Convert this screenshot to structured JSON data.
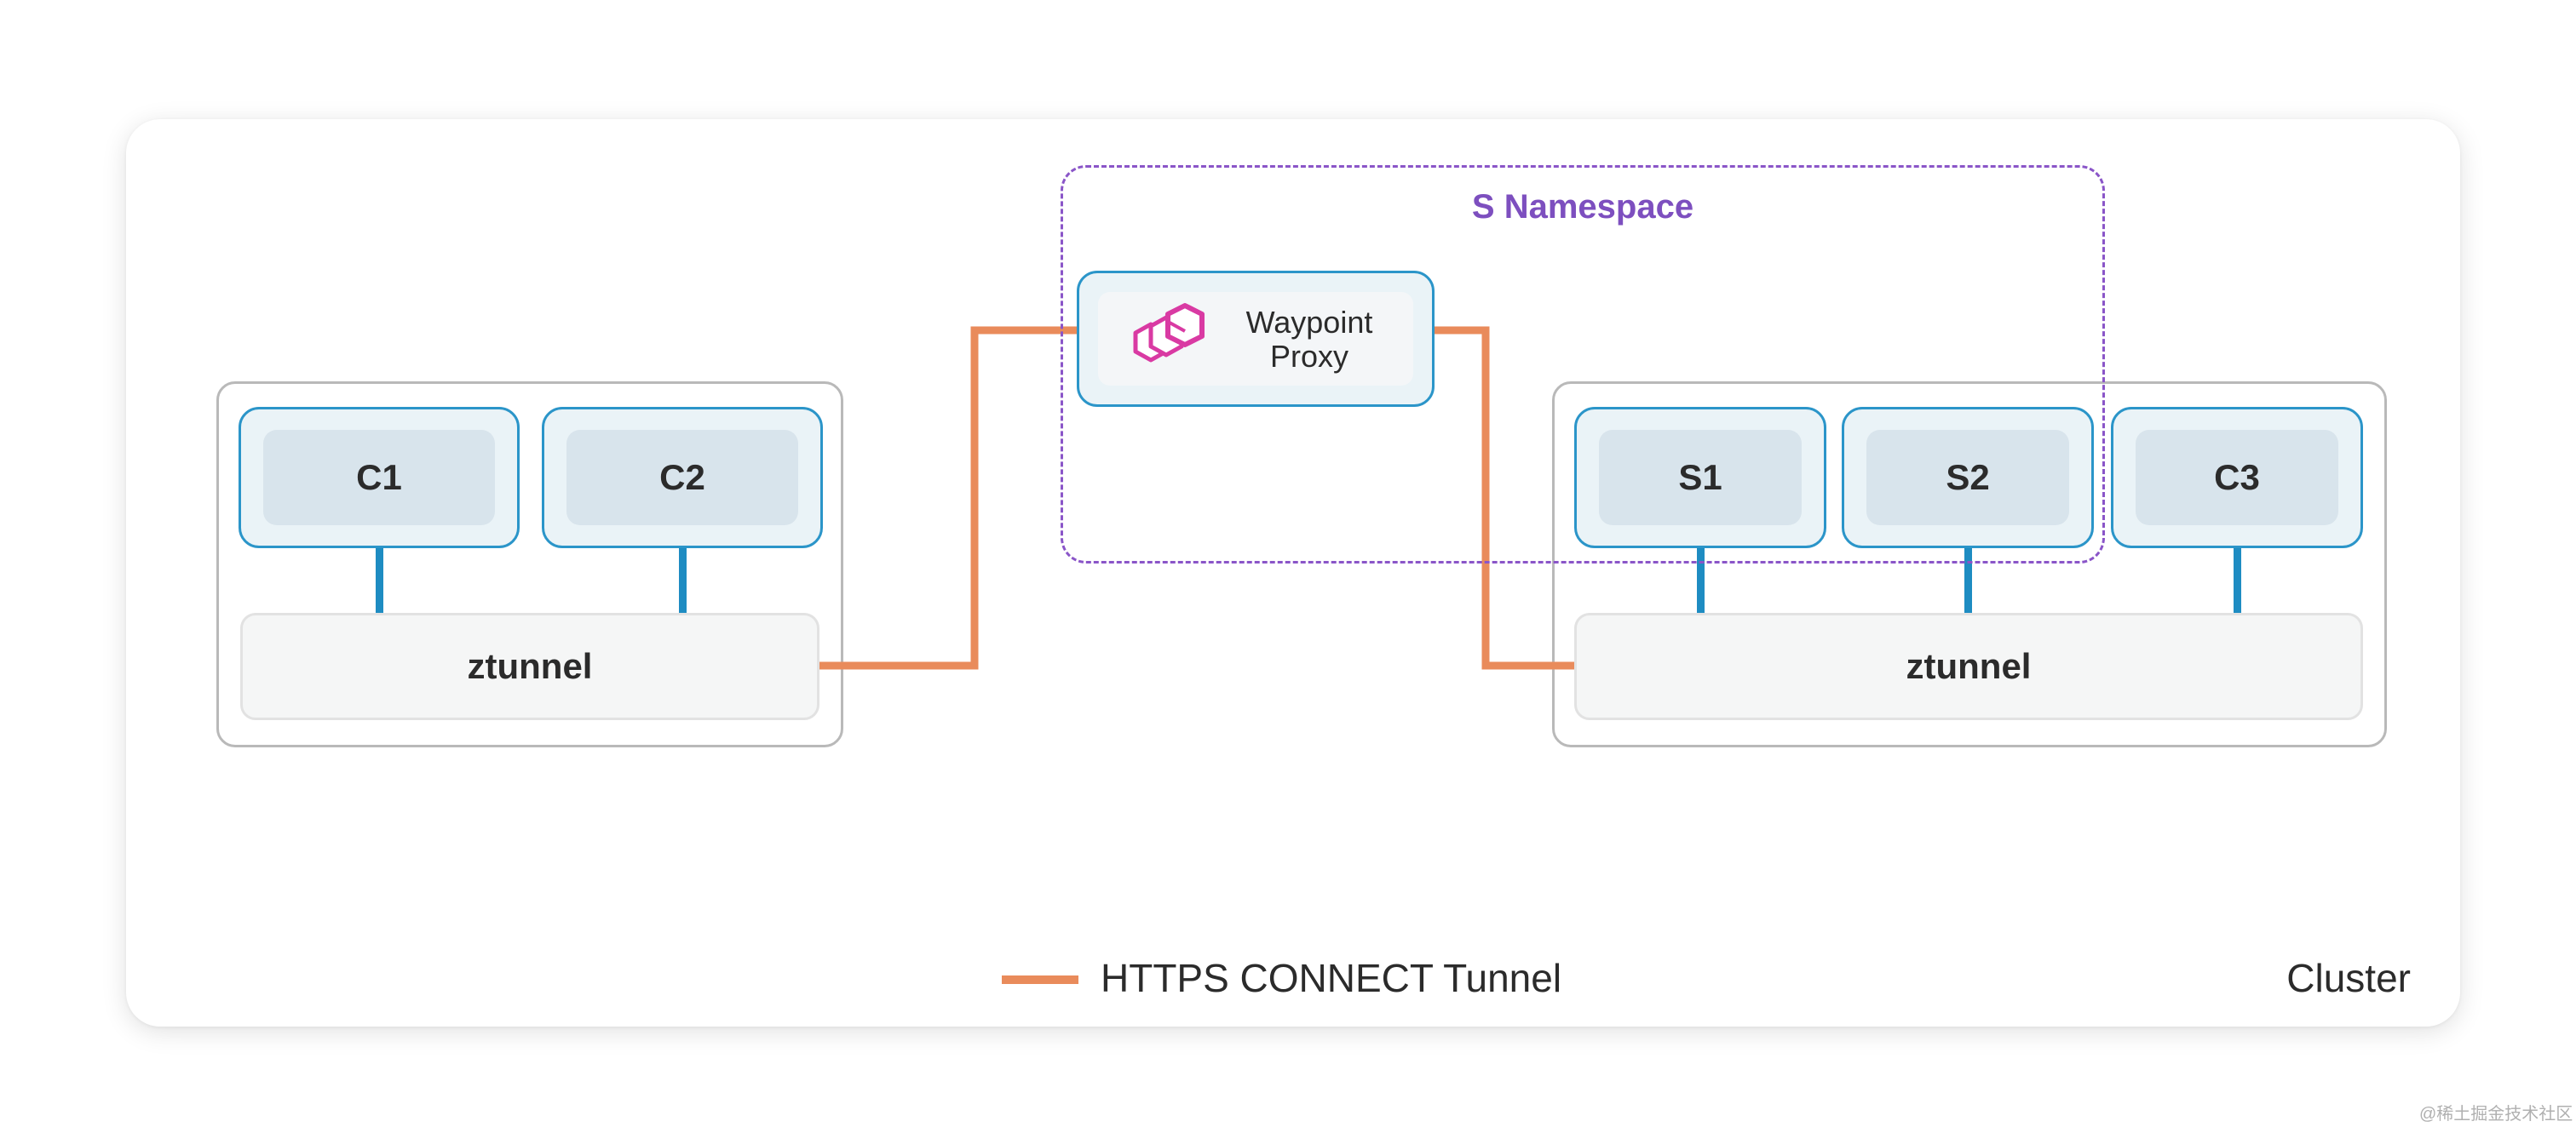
{
  "diagram": {
    "namespace_label": "S Namespace",
    "waypoint": {
      "line1": "Waypoint",
      "line2": "Proxy"
    },
    "left_node": {
      "pods": [
        "C1",
        "C2"
      ],
      "ztunnel": "ztunnel"
    },
    "right_node": {
      "pods": [
        "S1",
        "S2",
        "C3"
      ],
      "ztunnel": "ztunnel"
    },
    "legend": {
      "label": "HTTPS CONNECT Tunnel"
    },
    "cluster_label": "Cluster",
    "watermark": "@稀土掘金技术社区",
    "colors": {
      "tunnel": "#e98b5b",
      "pod_border": "#2b95c9",
      "namespace": "#8a55c8",
      "waypoint_icon": "#d93aa3"
    }
  }
}
